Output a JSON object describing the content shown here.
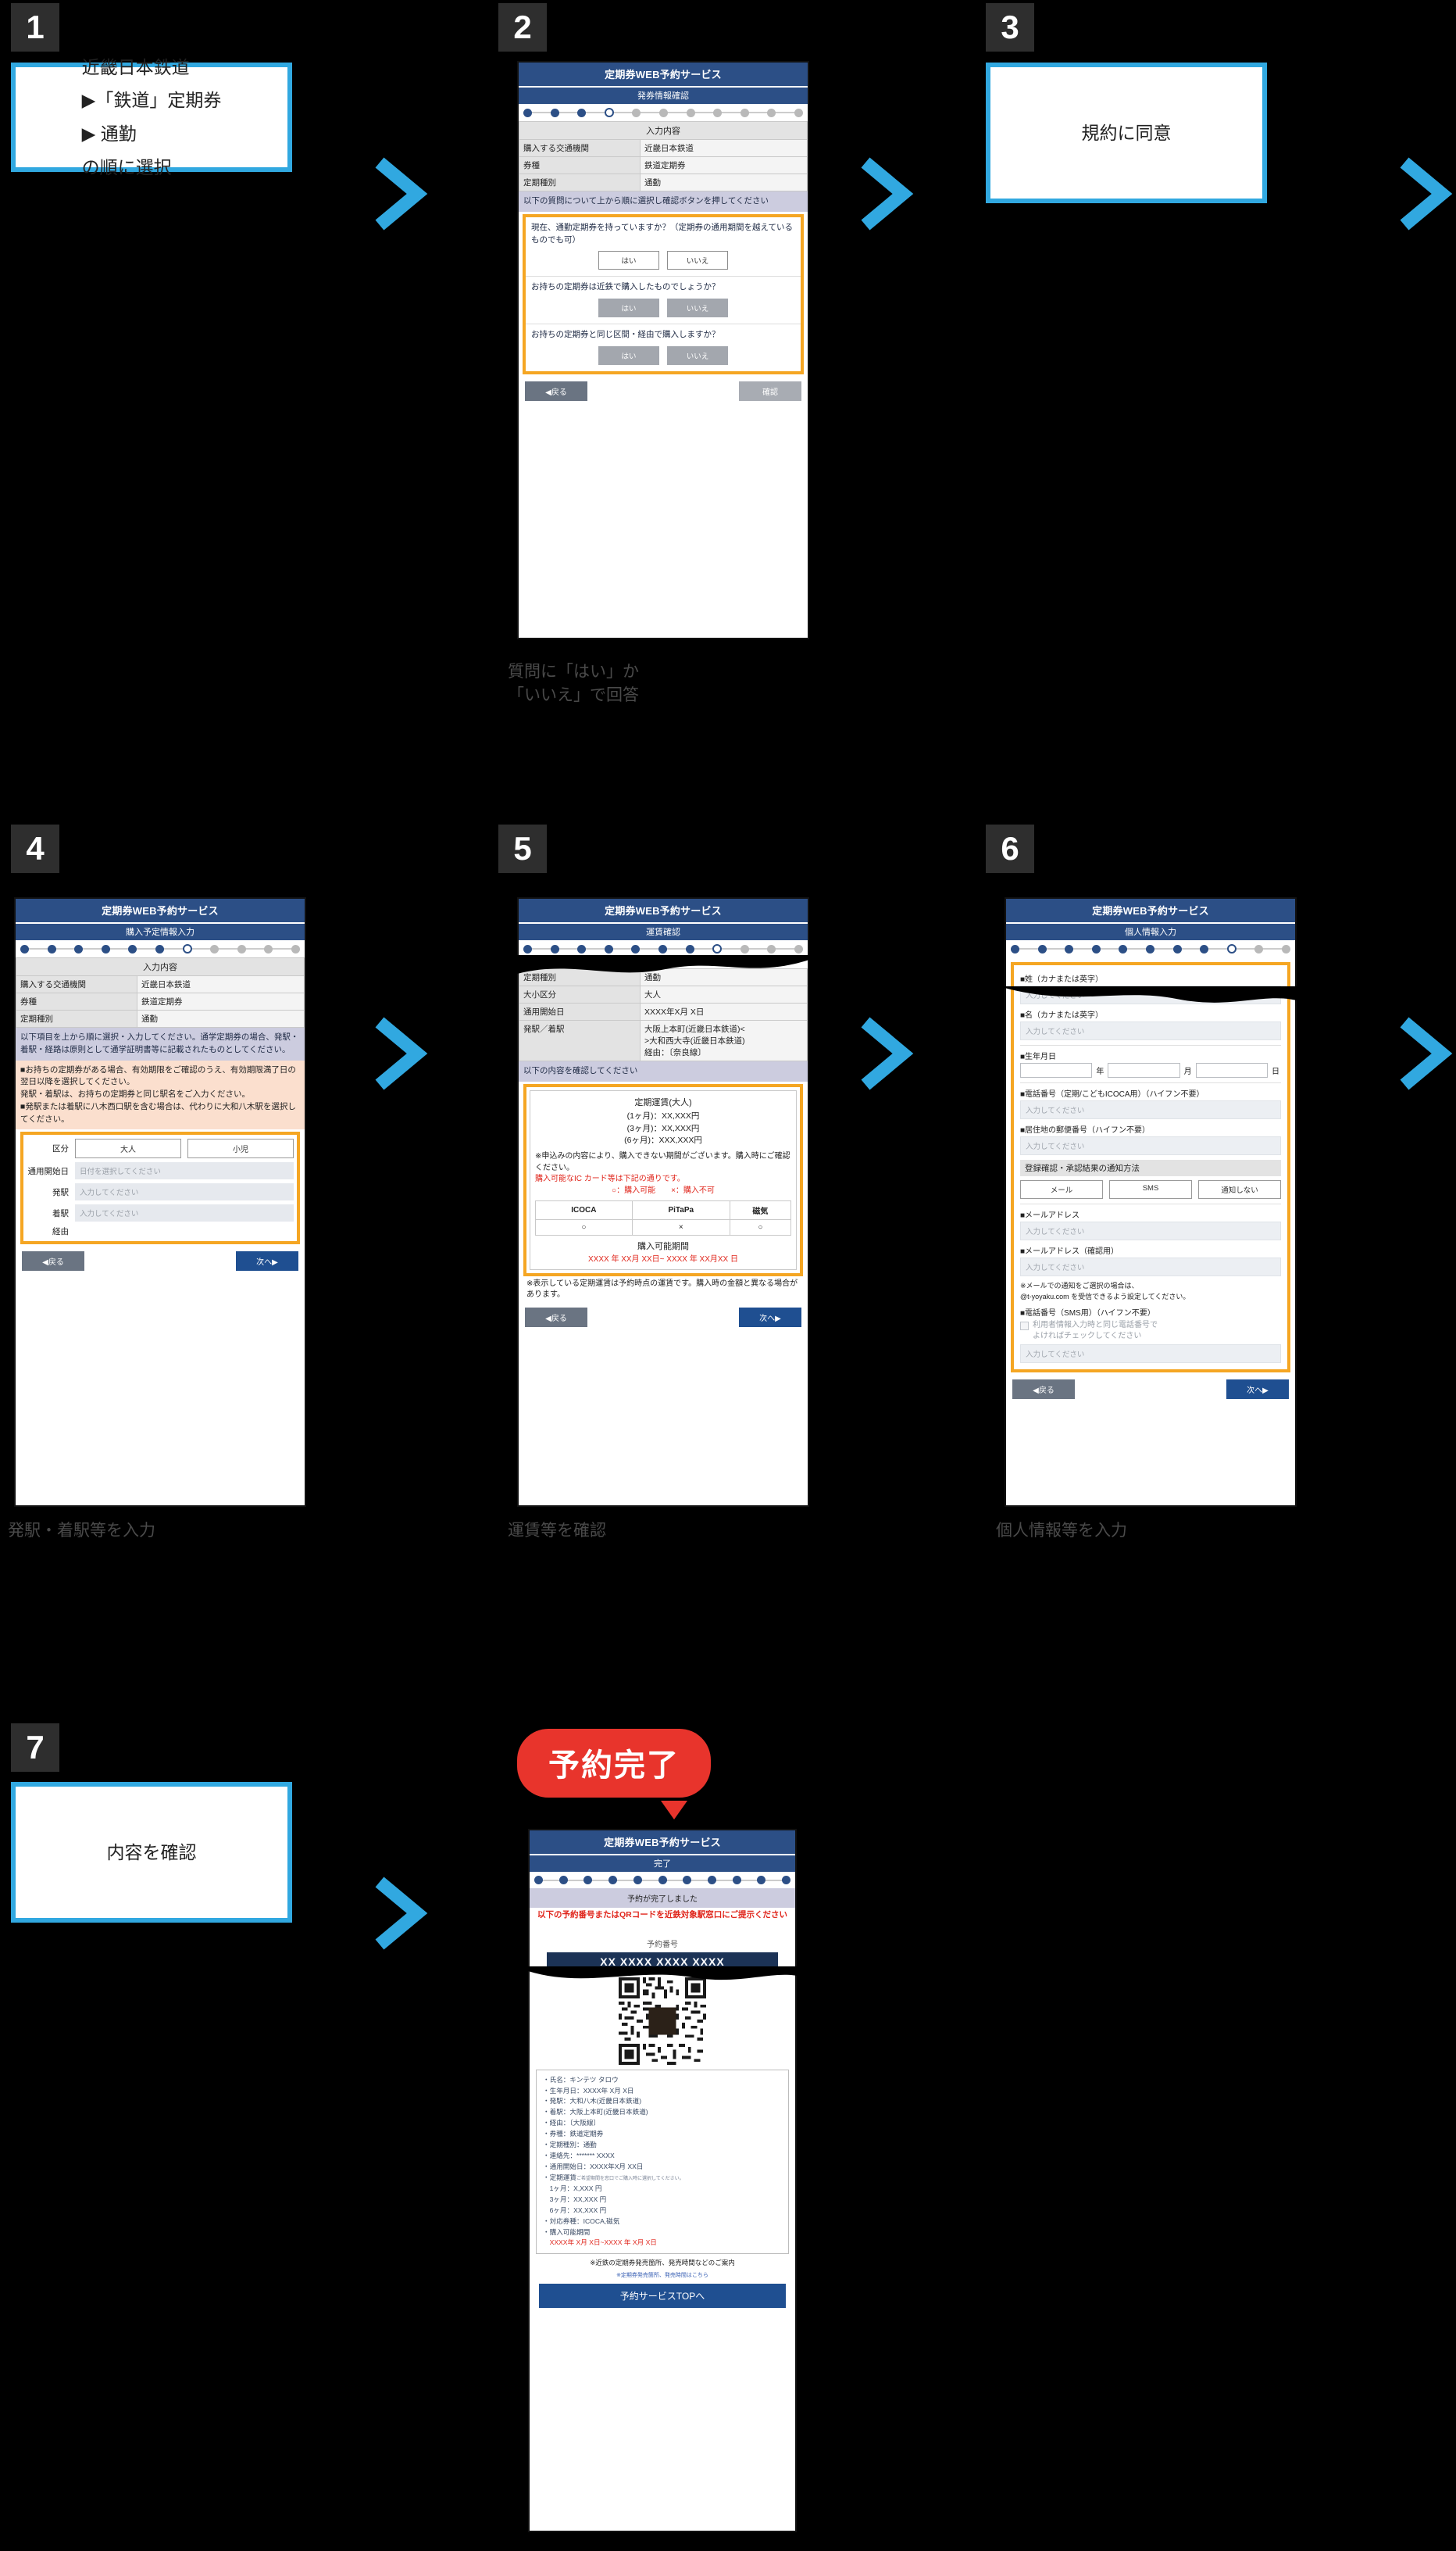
{
  "meta": {
    "app_title": "定期券WEB予約サービス",
    "placeholder_input": "入力してください",
    "placeholder_date": "日付を選択してください"
  },
  "steps": [
    {
      "n": "1"
    },
    {
      "n": "2"
    },
    {
      "n": "3"
    },
    {
      "n": "4"
    },
    {
      "n": "5"
    },
    {
      "n": "6"
    },
    {
      "n": "7"
    }
  ],
  "card1": {
    "lines": [
      "近畿日本鉄道",
      "▶「鉄道」定期券",
      "▶ 通勤",
      "の順に選択"
    ]
  },
  "card3": {
    "lines": [
      "規約に同意"
    ]
  },
  "card7": {
    "lines": [
      "内容を確認"
    ]
  },
  "captions": {
    "step2": "質問に「はい」か\n「いいえ」で回答",
    "step4": "発駅・着駅等を入力",
    "step5": "運賃等を確認",
    "step6": "個人情報等を入力"
  },
  "screen2": {
    "subtitle": "発券情報確認",
    "progress": {
      "total": 11,
      "current_index": 3
    },
    "table_head": "入力内容",
    "rows": [
      {
        "k": "購入する交通機関",
        "v": "近畿日本鉄道"
      },
      {
        "k": "券種",
        "v": "鉄道定期券"
      },
      {
        "k": "定期種別",
        "v": "通勤"
      }
    ],
    "notice": "以下の質問について上から順に選択し確認ボタンを押してください",
    "questions": [
      {
        "text": "現在、通勤定期券を持っていますか？（定期券の通用期間を越えているものでも可）",
        "yes": "はい",
        "no": "いいえ",
        "muted": false
      },
      {
        "text": "お持ちの定期券は近鉄で購入したものでしょうか？",
        "yes": "はい",
        "no": "いいえ",
        "muted": true
      },
      {
        "text": "お持ちの定期券と同じ区間・経由で購入しますか？",
        "yes": "はい",
        "no": "いいえ",
        "muted": true
      }
    ],
    "back": "◀戻る",
    "confirm": "確認"
  },
  "screen4": {
    "subtitle": "購入予定情報入力",
    "progress": {
      "total": 11,
      "current_index": 6
    },
    "table_head": "入力内容",
    "rows": [
      {
        "k": "購入する交通機関",
        "v": "近畿日本鉄道"
      },
      {
        "k": "券種",
        "v": "鉄道定期券"
      },
      {
        "k": "定期種別",
        "v": "通勤"
      }
    ],
    "notice_lilac": "以下項目を上から順に選択・入力してください。通学定期券の場合、発駅・着駅・経路は原則として通学証明書等に記載されたものとしてください。",
    "notice_peach": "■お持ちの定期券がある場合、有効期限をご確認のうえ、有効期限満了日の翌日以降を選択してください。\n発駅・着駅は、お持ちの定期券と同じ駅名をご入力ください。\n■発駅または着駅に八木西口駅を含む場合は、代わりに大和八木駅を選択してください。",
    "form": {
      "kubun_label": "区分",
      "kubun_adult": "大人",
      "kubun_child": "小児",
      "start_label": "通用開始日",
      "start_placeholder": "日付を選択してください",
      "from_label": "発駅",
      "to_label": "着駅",
      "via_label": "経由",
      "input_placeholder": "入力してください"
    },
    "back": "◀戻る",
    "next": "次へ▶"
  },
  "screen5": {
    "subtitle": "運賃確認",
    "progress": {
      "total": 11,
      "current_index": 7
    },
    "rows": [
      {
        "k": "定期種別",
        "v": "通勤"
      },
      {
        "k": "大小区分",
        "v": "大人"
      },
      {
        "k": "通用開始日",
        "v": "XXXX年X月 X日"
      },
      {
        "k": "発駅／着駅",
        "v": "大阪上本町(近畿日本鉄道)<\n>大和西大寺(近畿日本鉄道)\n経由：〔奈良線〕"
      }
    ],
    "notice": "以下の内容を確認してください",
    "fare": {
      "title": "定期運賃(大人)",
      "lines": [
        "(1ヶ月)：XX,XXX円",
        "(3ヶ月)：XX,XXX円",
        "(6ヶ月)：XXX,XXX円"
      ],
      "note": "※申込みの内容により、購入できない期間がございます。購入時にご確認ください。",
      "red_note": "購入可能なIC カード等は下記の通りです。",
      "legend": "○：購入可能　　×：購入不可",
      "ic_headers": [
        "ICOCA",
        "PiTaPa",
        "磁気"
      ],
      "ic_values": [
        "○",
        "×",
        "○"
      ],
      "period_label": "購入可能期間",
      "period_value": "XXXX 年 XX月 XX日~ XXXX 年 XX月XX 日",
      "footer_note": "※表示している定期運賃は予約時点の運賃です。購入時の金額と異なる場合があります。"
    },
    "back": "◀戻る",
    "next": "次へ▶"
  },
  "screen6": {
    "subtitle": "個人情報入力",
    "progress": {
      "total": 11,
      "current_index": 8
    },
    "fields": [
      {
        "label": "■姓（カナまたは英字）",
        "placeholder": "入力してください"
      },
      {
        "label": "■名（カナまたは英字）",
        "placeholder": "入力してください"
      }
    ],
    "dob_label": "■生年月日",
    "dob_units": [
      "年",
      "月",
      "日"
    ],
    "phone_label": "■電話番号（定期/こどもICOCA用）（ハイフン不要）",
    "phone_placeholder": "入力してください",
    "zip_label": "■居住地の郵便番号（ハイフン不要）",
    "zip_placeholder": "入力してください",
    "notify_head": "登録確認・承認結果の通知方法",
    "notify_options": [
      "メール",
      "SMS",
      "通知しない"
    ],
    "mail_label": "■メールアドレス",
    "mail_placeholder": "入力してください",
    "mail_confirm_label": "■メールアドレス（確認用）",
    "mail_confirm_placeholder": "入力してください",
    "mail_note": "※メールでの通知をご選択の場合は、\n@t-yoyaku.com を受信できるよう設定してください。",
    "sms_label": "■電話番号（SMS用）（ハイフン不要）",
    "sms_check": "利用者情報入力時と同じ電話番号で\nよければチェックしてください",
    "sms_placeholder": "入力してください",
    "back": "◀戻る",
    "next": "次へ▶"
  },
  "screen_done": {
    "bubble": "予約完了",
    "subtitle": "完了",
    "progress": {
      "total": 11,
      "current_index": -1
    },
    "done_msg": "予約が完了しました",
    "red_msg": "以下の予約番号またはQRコードを近鉄対象駅窓口にご提示ください",
    "res_label": "予約番号",
    "res_number": "XX XXXX XXXX XXXX",
    "summary": [
      {
        "text": "・氏名：",
        "value": "キンテツ タロウ"
      },
      {
        "text": "・生年月日：",
        "value": "XXXX年 X月 X日"
      },
      {
        "text": "・発駅：",
        "value": "大和八木(近畿日本鉄道)"
      },
      {
        "text": "・着駅：",
        "value": "大阪上本町(近畿日本鉄道)"
      },
      {
        "text": "・経由：",
        "value": "〔大阪線〕"
      },
      {
        "text": "・券種：",
        "value": "鉄道定期券"
      },
      {
        "text": "・定期種別：",
        "value": "通勤"
      },
      {
        "text": "・連絡先：",
        "value": "******* XXXX"
      },
      {
        "text": "・通用開始日：",
        "value": "XXXX年X月 XX日"
      },
      {
        "text": "・定期運賃",
        "value": "ご希望期間を窓口でご購入時に選択してください。",
        "small": true
      },
      {
        "text": "　1ヶ月：",
        "value": "X,XXX 円"
      },
      {
        "text": "　3ヶ月：",
        "value": "XX,XXX 円"
      },
      {
        "text": "　6ヶ月：",
        "value": "XX,XXX 円"
      },
      {
        "text": "・対応券種：",
        "value": "ICOCA,磁気"
      },
      {
        "text": "・購入可能期間",
        "value": ""
      },
      {
        "text": "　XXXX年 X月 X日~XXXX 年 X月 X日",
        "value": "",
        "red": true
      }
    ],
    "final_note": "※近鉄の定期券発売箇所、発売時間などのご案内",
    "final_link": "※定期券発売箇所、発売時間はこちら",
    "top_button": "予約サービスTOPへ"
  },
  "colors": {
    "card_border": "#31a8e0",
    "badge_bg": "#2e2e2e",
    "header_blue": "#2c4f86",
    "highlight_orange": "#f5a623",
    "bubble_red": "#e8342c",
    "accent_red": "#e0251b",
    "button_blue": "#1f4f91"
  }
}
